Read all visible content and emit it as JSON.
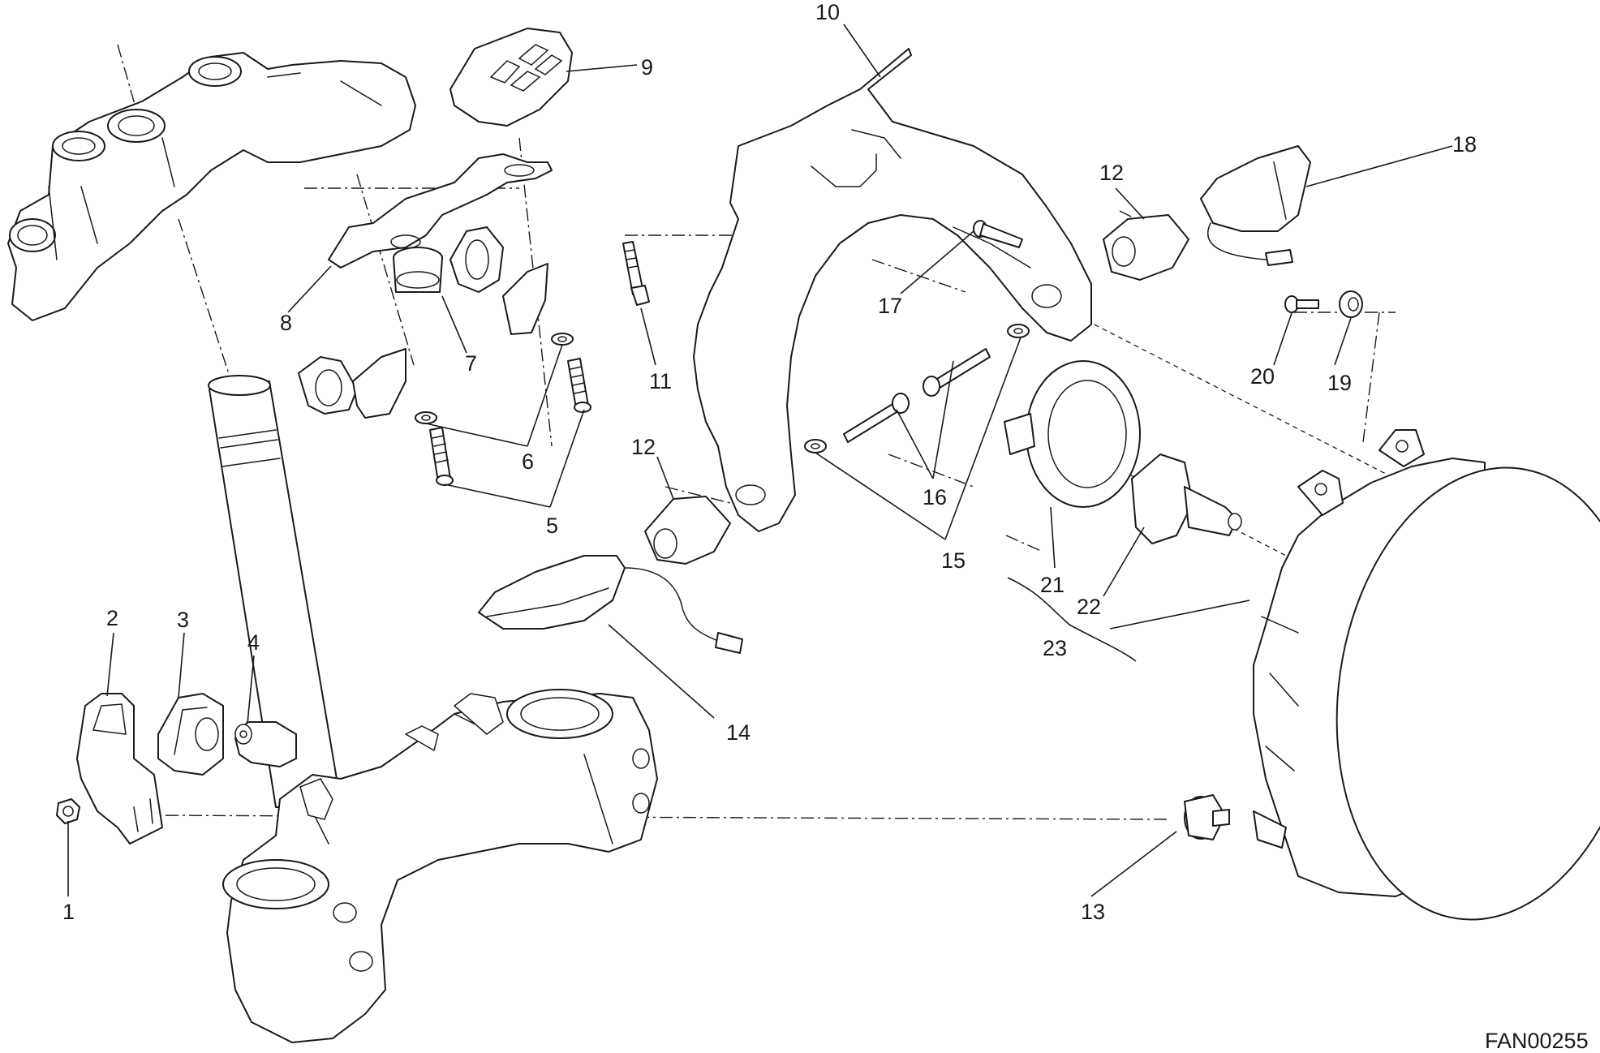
{
  "drawing_code": "FAN00255",
  "callouts": {
    "c1": "1",
    "c2": "2",
    "c3": "3",
    "c4": "4",
    "c5": "5",
    "c6": "6",
    "c7": "7",
    "c8": "8",
    "c9": "9",
    "c10": "10",
    "c11": "11",
    "c12a": "12",
    "c12b": "12",
    "c13": "13",
    "c14": "14",
    "c15": "15",
    "c16": "16",
    "c17": "17",
    "c18": "18",
    "c19": "19",
    "c20": "20",
    "c21": "21",
    "c22": "22",
    "c23": "23"
  }
}
